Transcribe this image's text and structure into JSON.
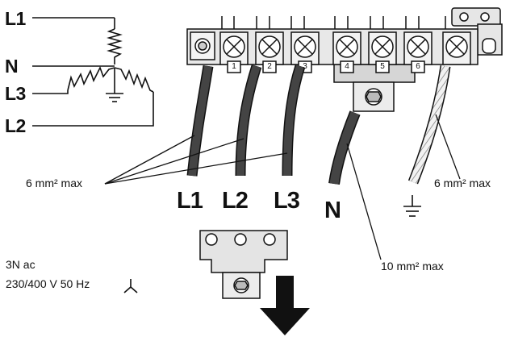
{
  "schematic": {
    "labels": [
      "L1",
      "N",
      "L3",
      "L2"
    ],
    "ground_symbol": "ground-icon"
  },
  "terminals": {
    "labels": [
      "L1",
      "L2",
      "L3",
      "N"
    ],
    "numbers": [
      "1",
      "2",
      "3",
      "4",
      "5",
      "6"
    ],
    "earth_symbol": "earth-icon"
  },
  "annotations": {
    "left_cable": "6 mm² max",
    "right_cable": "6 mm² max",
    "neutral_cable": "10 mm² max"
  },
  "supply": {
    "line1": "3N ac",
    "line2": "230/400 V 50 Hz",
    "symbol": "star-connection-icon"
  },
  "colors": {
    "ink": "#111111",
    "cable": "#3c3c3c",
    "block": "#e8e8e8",
    "earth_cable": "#dcdcdc"
  }
}
